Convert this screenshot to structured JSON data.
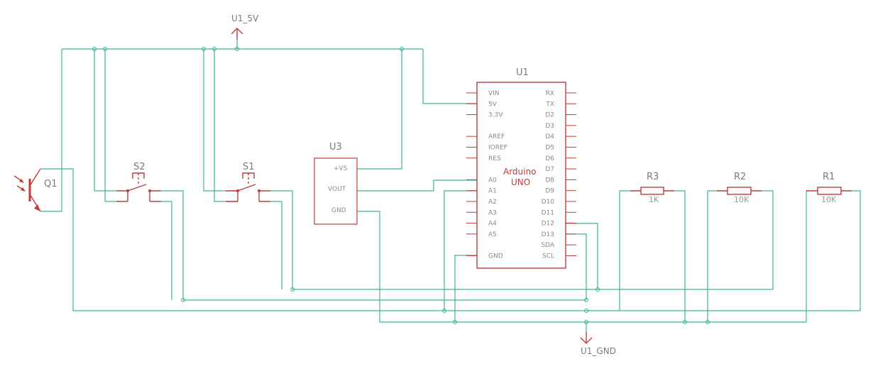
{
  "nets": {
    "power": "U1_5V",
    "ground": "U1_GND"
  },
  "components": {
    "u1": {
      "ref": "U1",
      "title_line1": "Arduino",
      "title_line2": "UNO",
      "left_pins": [
        "VIN",
        "5V",
        "3.3V",
        "",
        "AREF",
        "IOREF",
        "RES",
        "",
        "A0",
        "A1",
        "A2",
        "A3",
        "A4",
        "A5",
        "",
        "GND"
      ],
      "right_pins": [
        "RX",
        "TX",
        "D2",
        "D3",
        "D4",
        "D5",
        "D6",
        "D7",
        "D8",
        "D9",
        "D10",
        "D11",
        "D12",
        "D13",
        "SDA",
        "SCL"
      ]
    },
    "u3": {
      "ref": "U3",
      "pin_vs": "+VS",
      "pin_vout": "VOUT",
      "pin_gnd": "GND"
    },
    "s1": {
      "ref": "S1"
    },
    "s2": {
      "ref": "S2"
    },
    "q1": {
      "ref": "Q1"
    },
    "r1": {
      "ref": "R1",
      "value": "10K"
    },
    "r2": {
      "ref": "R2",
      "value": "10K"
    },
    "r3": {
      "ref": "R3",
      "value": "1K"
    }
  },
  "colors": {
    "wire": "#3cb39a",
    "part": "#c23b3b",
    "label": "#7a7a7a"
  }
}
